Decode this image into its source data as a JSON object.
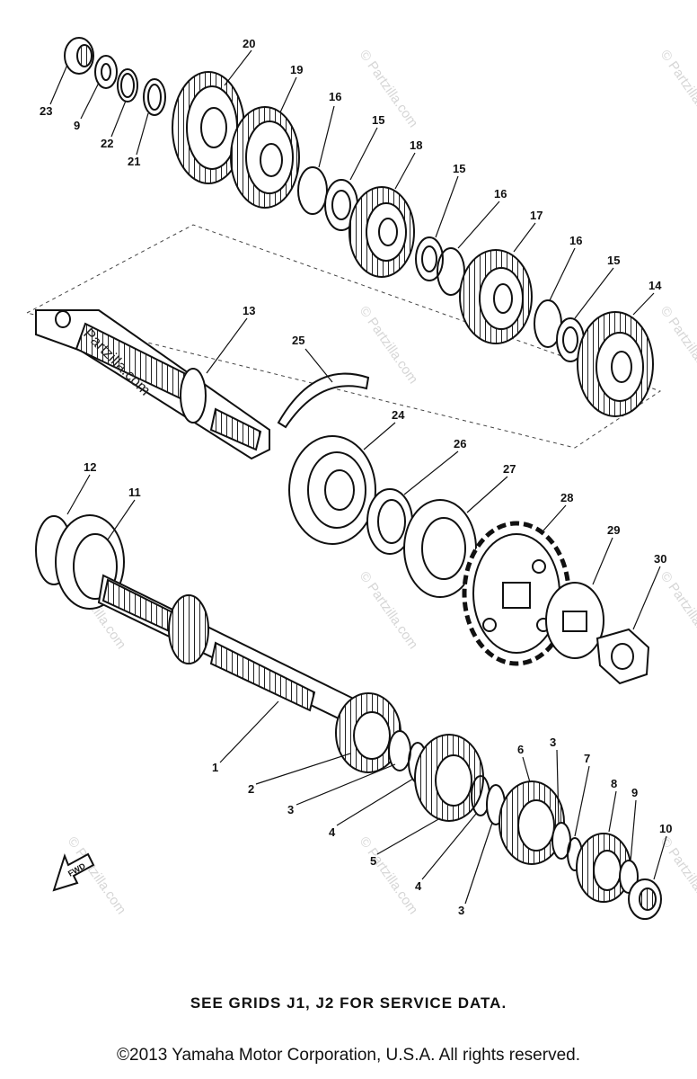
{
  "watermark": "© Partzilla.com",
  "upper_shaft_label": "Partzilla.com",
  "fwd_label": "FWD",
  "callouts": {
    "c1": "1",
    "c2": "2",
    "c3a": "3",
    "c3b": "3",
    "c3c": "3",
    "c4a": "4",
    "c4b": "4",
    "c5": "5",
    "c6": "6",
    "c7": "7",
    "c8": "8",
    "c9a": "9",
    "c9b": "9",
    "c10": "10",
    "c11": "11",
    "c12": "12",
    "c13": "13",
    "c14": "14",
    "c15a": "15",
    "c15b": "15",
    "c15c": "15",
    "c16a": "16",
    "c16b": "16",
    "c16c": "16",
    "c17": "17",
    "c18": "18",
    "c19": "19",
    "c20": "20",
    "c21": "21",
    "c22": "22",
    "c23": "23",
    "c24": "24",
    "c25": "25",
    "c26": "26",
    "c27": "27",
    "c28": "28",
    "c29": "29",
    "c30": "30"
  },
  "service_note": "SEE GRIDS J1, J2 FOR SERVICE DATA.",
  "copyright": "©2013 Yamaha Motor Corporation, U.S.A. All rights reserved."
}
